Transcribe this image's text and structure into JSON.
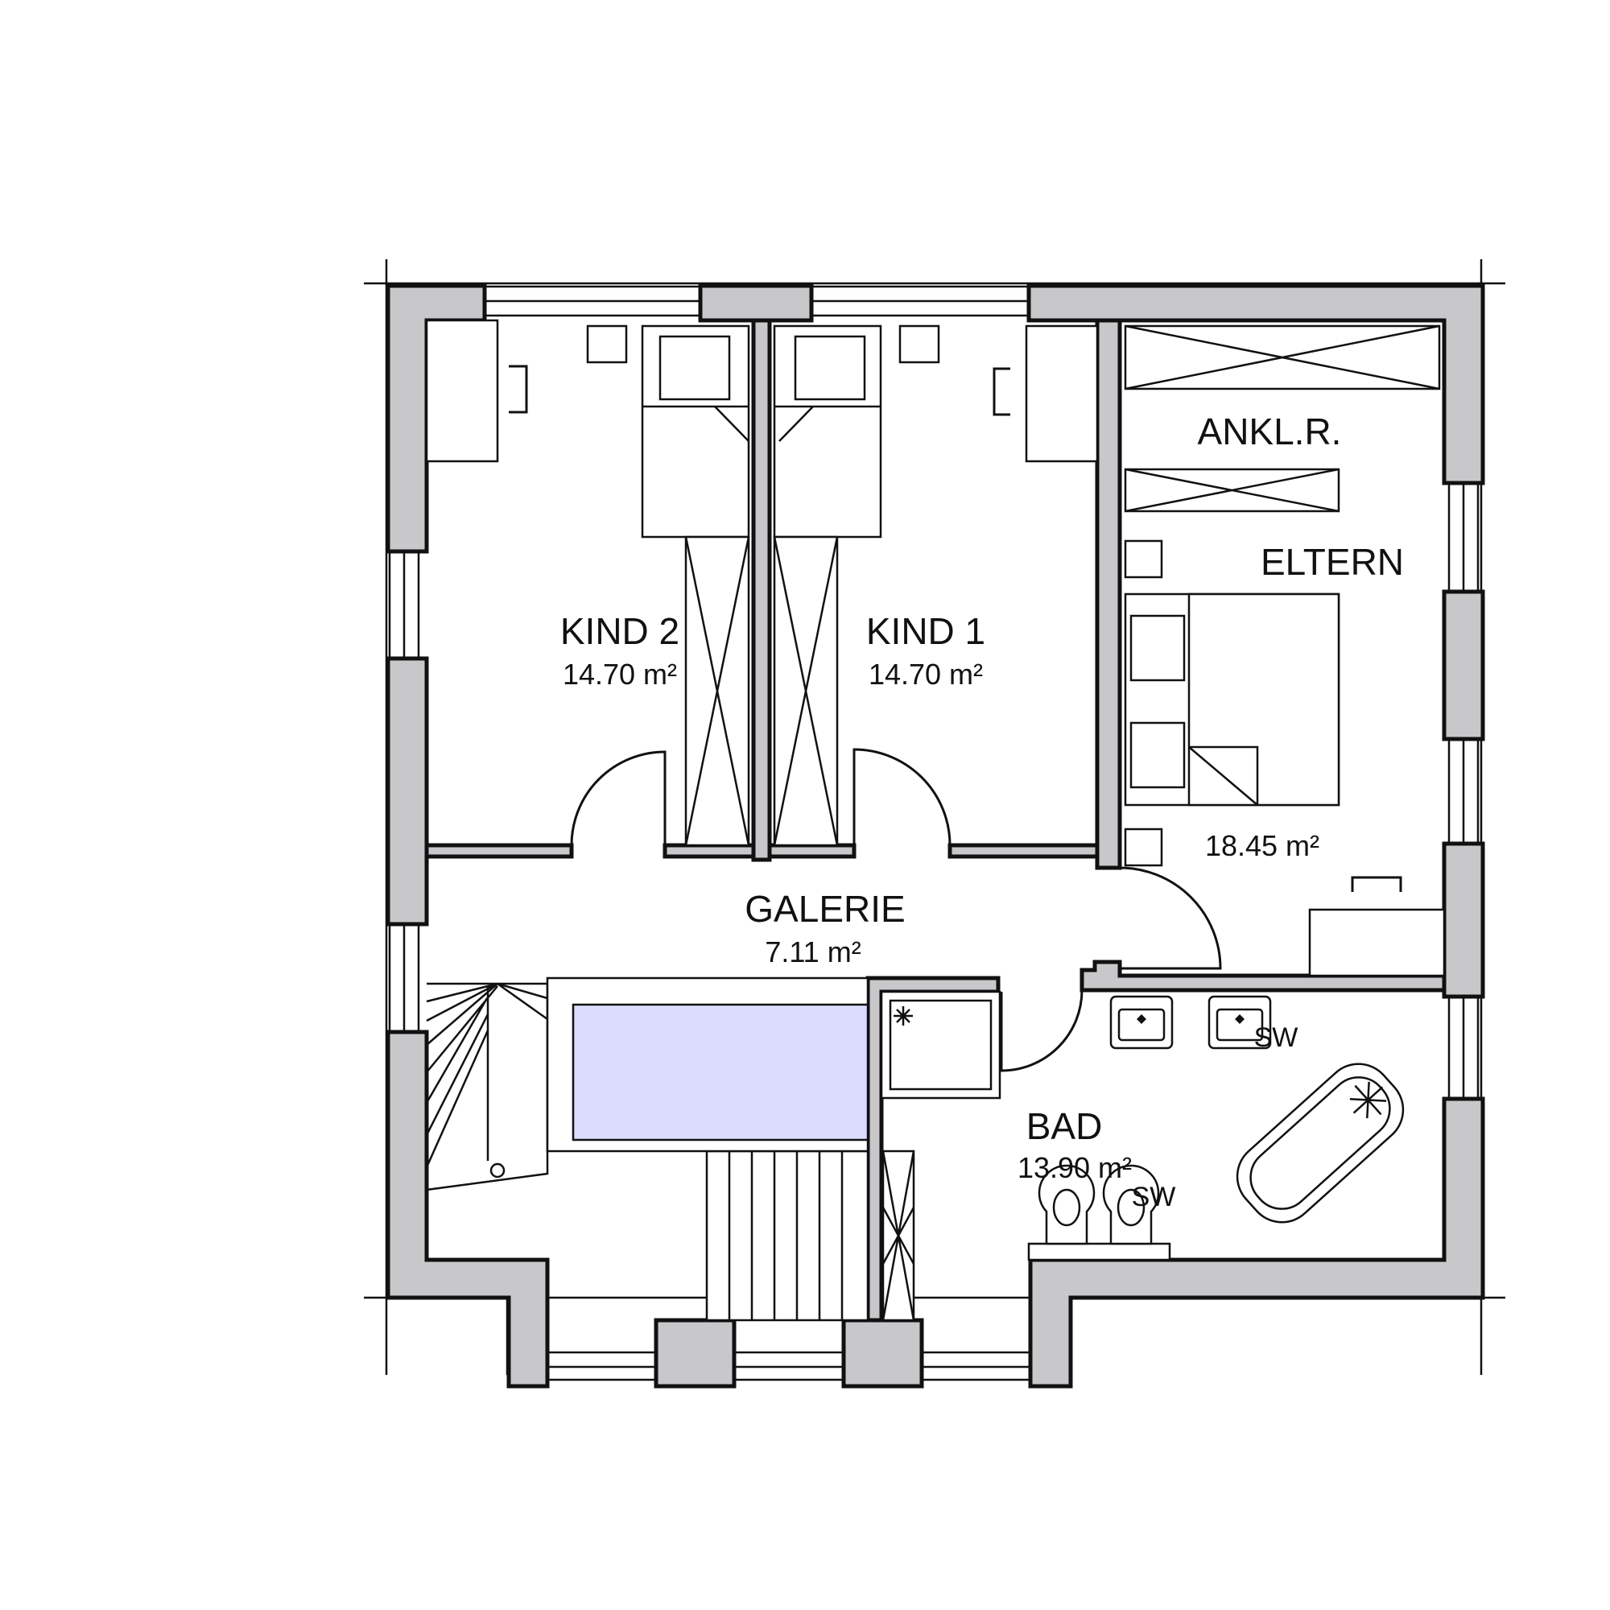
{
  "rooms": {
    "kind2": {
      "name": "KIND 2",
      "area": "14.70 m²"
    },
    "kind1": {
      "name": "KIND 1",
      "area": "14.70 m²"
    },
    "ankl": {
      "name": "ANKL.R."
    },
    "eltern": {
      "name": "ELTERN",
      "area": "18.45 m²"
    },
    "galerie": {
      "name": "GALERIE",
      "area": "7.11 m²"
    },
    "bad": {
      "name": "BAD",
      "area": "13.90 m²"
    }
  },
  "markers": {
    "sw_1": "SW",
    "sw_2": "SW"
  },
  "colors": {
    "wall_fill": "#c8c8cb",
    "void_fill": "#dcdcff",
    "line": "#111111"
  }
}
